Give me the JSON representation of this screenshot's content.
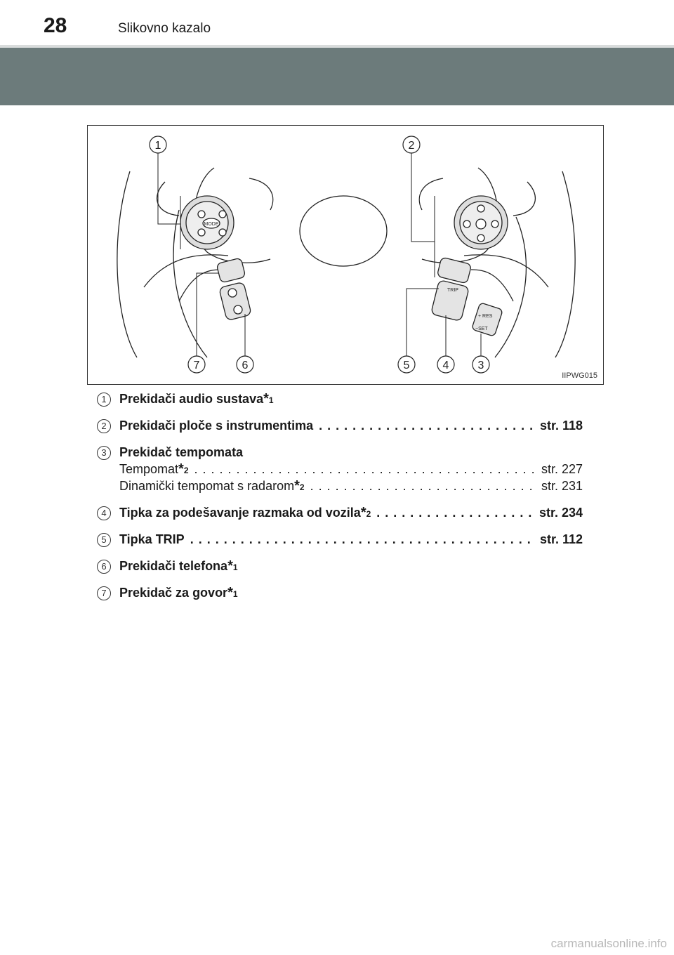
{
  "header": {
    "page_number": "28",
    "section_title": "Slikovno kazalo"
  },
  "figure": {
    "id": "IIPWG015",
    "callouts": [
      "1",
      "2",
      "3",
      "4",
      "5",
      "6",
      "7"
    ],
    "labels": {
      "mode": "MODE",
      "trip": "TRIP",
      "res": "+ RES",
      "set": "−SET"
    }
  },
  "items": [
    {
      "num": "1",
      "text": "Prekidači audio sustava",
      "star": "*",
      "sup": "1",
      "ref": ""
    },
    {
      "num": "2",
      "text": "Prekidači ploče s instrumentima",
      "star": "",
      "sup": "",
      "ref": "str. 118"
    },
    {
      "num": "3",
      "text": "Prekidač tempomata",
      "star": "",
      "sup": "",
      "ref": "",
      "subs": [
        {
          "text": "Tempomat",
          "star": "*",
          "sup": "2",
          "ref": "str. 227"
        },
        {
          "text": "Dinamički tempomat s radarom",
          "star": "*",
          "sup": "2",
          "ref": "str. 231"
        }
      ]
    },
    {
      "num": "4",
      "text": "Tipka za podešavanje razmaka od vozila",
      "star": "*",
      "sup": "2",
      "ref": "str. 234"
    },
    {
      "num": "5",
      "text": "Tipka TRIP",
      "star": "",
      "sup": "",
      "ref": "str. 112"
    },
    {
      "num": "6",
      "text": "Prekidači telefona",
      "star": "*",
      "sup": "1",
      "ref": ""
    },
    {
      "num": "7",
      "text": "Prekidač za govor",
      "star": "*",
      "sup": "1",
      "ref": ""
    }
  ],
  "footer": {
    "watermark": "carmanualsonline.info"
  },
  "colors": {
    "band": "#6c7b7b",
    "header_rule": "#d9dcdc"
  }
}
